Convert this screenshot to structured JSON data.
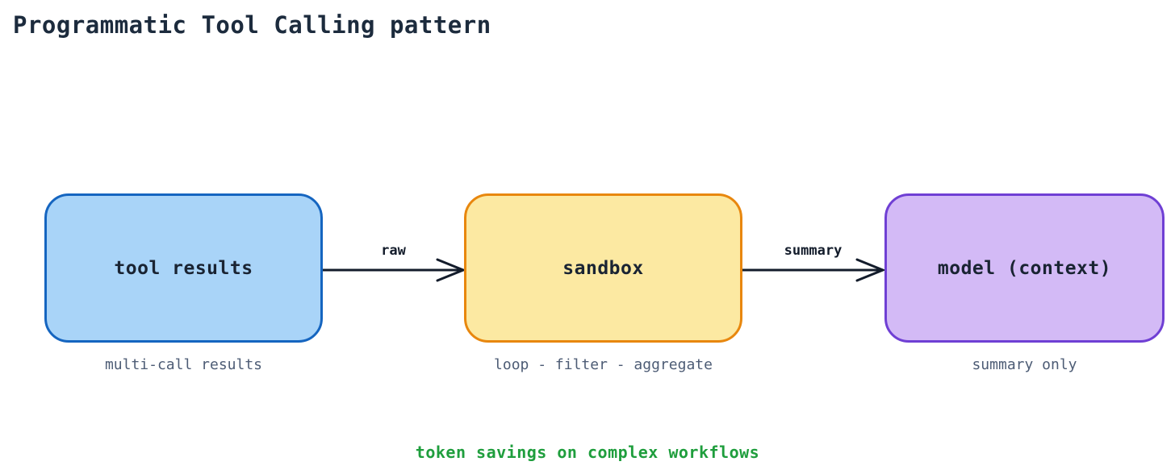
{
  "title": "Programmatic Tool Calling pattern",
  "diagram": {
    "nodes": [
      {
        "label": "tool results",
        "caption": "multi-call results",
        "fill": "#a9d4f8",
        "border": "#1565c0"
      },
      {
        "label": "sandbox",
        "caption": "loop - filter - aggregate",
        "fill": "#fce9a2",
        "border": "#e8870e"
      },
      {
        "label": "model (context)",
        "caption": "summary only",
        "fill": "#d3baf6",
        "border": "#6f3fd4"
      }
    ],
    "edges": [
      {
        "label": "raw"
      },
      {
        "label": "summary"
      }
    ],
    "edge_color": "#131c2b",
    "note": "token savings on complex workflows",
    "note_color": "#1f9e3d"
  }
}
